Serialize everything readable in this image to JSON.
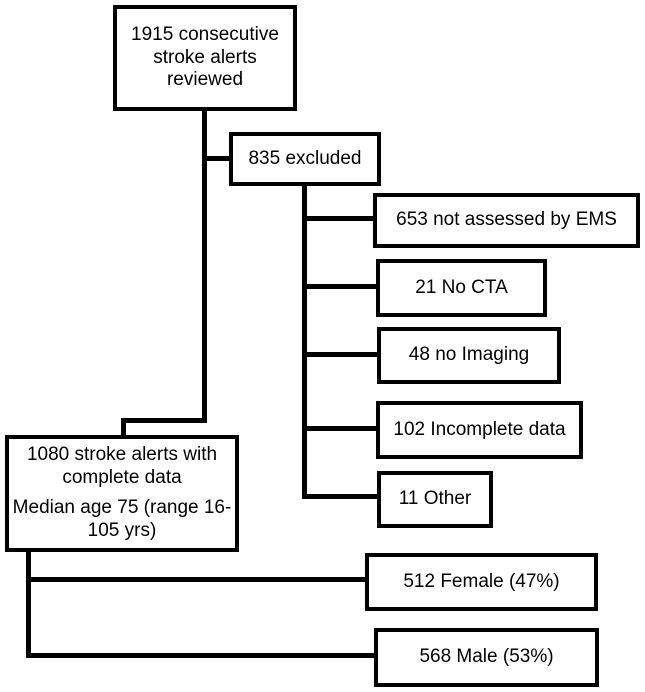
{
  "diagram": {
    "type": "flowchart",
    "background_color": "#ffffff",
    "box_border_color": "#000000",
    "box_fill_color": "#ffffff",
    "connector_color": "#000000",
    "text_color": "#000000",
    "nodes": {
      "reviewed": {
        "label": "1915 consecutive stroke alerts reviewed"
      },
      "excluded": {
        "label": "835 excluded"
      },
      "ems": {
        "label": "653 not assessed by EMS"
      },
      "cta": {
        "label": "21 No CTA"
      },
      "imaging": {
        "label": "48 no Imaging"
      },
      "incomplete": {
        "label": "102 Incomplete data"
      },
      "other": {
        "label": "11 Other"
      },
      "complete": {
        "line1": "1080 stroke alerts with complete data",
        "line2": "Median age 75 (range 16-105 yrs)"
      },
      "female": {
        "label": "512 Female (47%)"
      },
      "male": {
        "label": "568 Male (53%)"
      }
    },
    "edges": [
      {
        "from": "reviewed",
        "to": "excluded"
      },
      {
        "from": "excluded",
        "to": "ems"
      },
      {
        "from": "excluded",
        "to": "cta"
      },
      {
        "from": "excluded",
        "to": "imaging"
      },
      {
        "from": "excluded",
        "to": "incomplete"
      },
      {
        "from": "excluded",
        "to": "other"
      },
      {
        "from": "reviewed",
        "to": "complete"
      },
      {
        "from": "complete",
        "to": "female"
      },
      {
        "from": "complete",
        "to": "male"
      }
    ]
  }
}
